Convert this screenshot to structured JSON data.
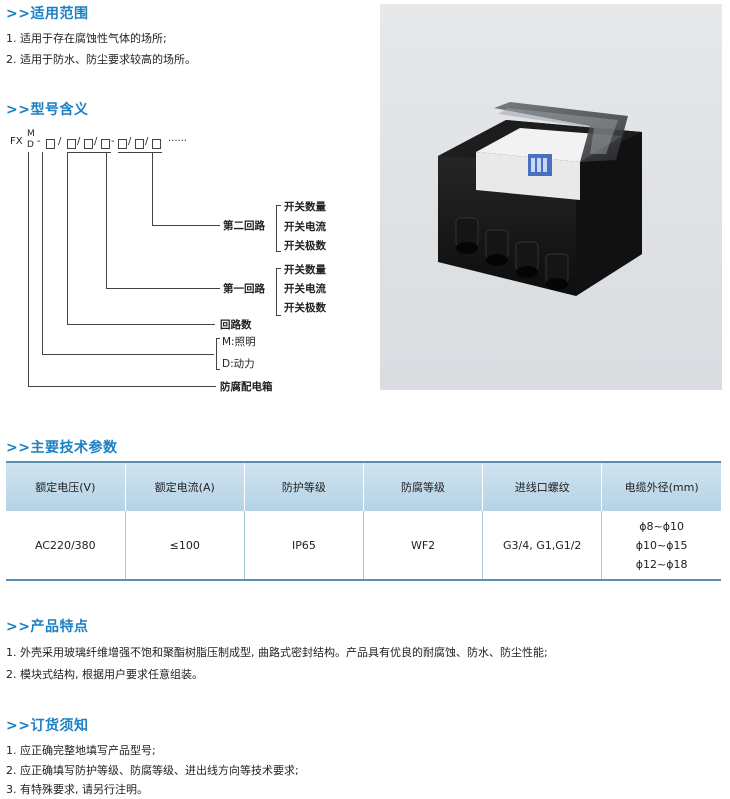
{
  "sections": {
    "scope": {
      "title": ">>适用范围",
      "items": [
        "1. 适用于存在腐蚀性气体的场所;",
        "2. 适用于防水、防尘要求较高的场所。"
      ]
    },
    "model": {
      "title": ">>型号含义",
      "code_prefix": "FX",
      "code_m": "M",
      "code_d": "D",
      "dots": "······",
      "labels": {
        "second_circuit": "第二回路",
        "first_circuit": "第一回路",
        "switch_qty": "开关数量",
        "switch_current": "开关电流",
        "switch_poles": "开关极数",
        "circuits": "回路数",
        "lighting": "M:照明",
        "power": "D:动力",
        "box": "防腐配电箱"
      }
    },
    "specs": {
      "title": ">>主要技术参数",
      "headers": [
        "额定电压(V)",
        "额定电流(A)",
        "防护等级",
        "防腐等级",
        "进线口螺纹",
        "电缆外径(mm)"
      ],
      "row": {
        "voltage": "AC220/380",
        "current": "≤100",
        "protection": "IP65",
        "anticorrosion": "WF2",
        "thread": "G3/4, G1,G1/2",
        "cable_diameters": [
          "ϕ8~ϕ10",
          "ϕ10~ϕ15",
          "ϕ12~ϕ18"
        ]
      }
    },
    "features": {
      "title": ">>产品特点",
      "items": [
        "1. 外壳采用玻璃纤维增强不饱和聚酯树脂压制成型, 曲路式密封结构。产品具有优良的耐腐蚀、防水、防尘性能;",
        "2. 模块式结构, 根据用户要求任意组装。"
      ]
    },
    "ordering": {
      "title": ">>订货须知",
      "items": [
        "1. 应正确完整地填写产品型号;",
        "2. 应正确填写防护等级、防腐等级、进出线方向等技术要求;",
        "3. 有特殊要求, 请另行注明。"
      ]
    }
  },
  "colors": {
    "accent": "#1b7fc4",
    "table_header": "#c3dbea",
    "table_border": "#5a8fb2"
  }
}
